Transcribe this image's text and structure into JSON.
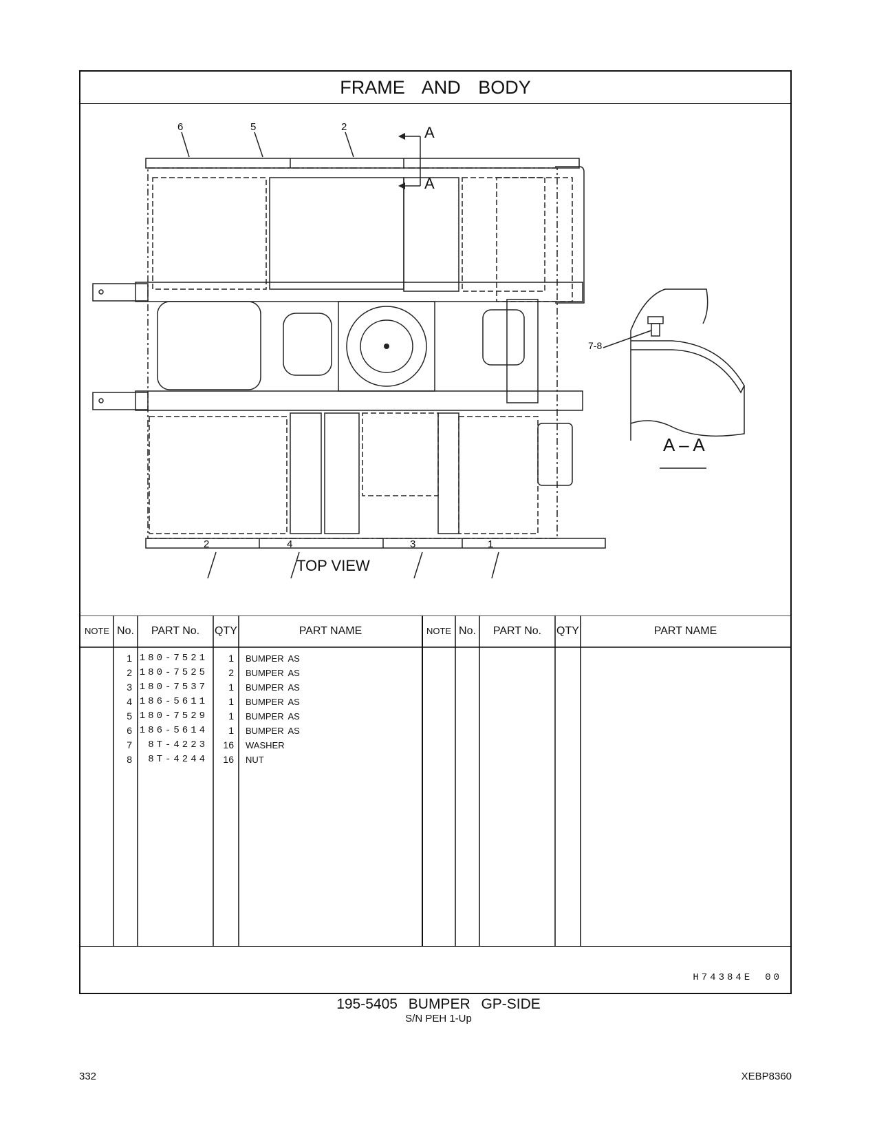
{
  "title": "FRAME AND BODY",
  "drawing": {
    "view_label": "TOP VIEW",
    "callouts_top": [
      "6",
      "5",
      "2"
    ],
    "callouts_bottom": [
      "2",
      "4",
      "3",
      "1"
    ],
    "section_arrow_label": "A",
    "detail_callout": "7-8",
    "detail_label": "A – A"
  },
  "table": {
    "headers": [
      "NOTE",
      "No.",
      "PART No.",
      "QTY",
      "PART NAME"
    ],
    "rows": [
      {
        "no": "1",
        "part": "180-7521",
        "qty": "1",
        "name": "BUMPER AS"
      },
      {
        "no": "2",
        "part": "180-7525",
        "qty": "2",
        "name": "BUMPER AS"
      },
      {
        "no": "3",
        "part": "180-7537",
        "qty": "1",
        "name": "BUMPER AS"
      },
      {
        "no": "4",
        "part": "186-5611",
        "qty": "1",
        "name": "BUMPER AS"
      },
      {
        "no": "5",
        "part": "180-7529",
        "qty": "1",
        "name": "BUMPER AS"
      },
      {
        "no": "6",
        "part": "186-5614",
        "qty": "1",
        "name": "BUMPER AS"
      },
      {
        "no": "7",
        "part": "8T-4223",
        "qty": "16",
        "name": "WASHER"
      },
      {
        "no": "8",
        "part": "8T-4244",
        "qty": "16",
        "name": "NUT"
      }
    ]
  },
  "illustration_code": "H74384E",
  "illustration_rev": "00",
  "caption": "195-5405 BUMPER GP-SIDE",
  "serial": "S/N PEH 1-Up",
  "page_number": "332",
  "doc_number": "XEBP8360"
}
